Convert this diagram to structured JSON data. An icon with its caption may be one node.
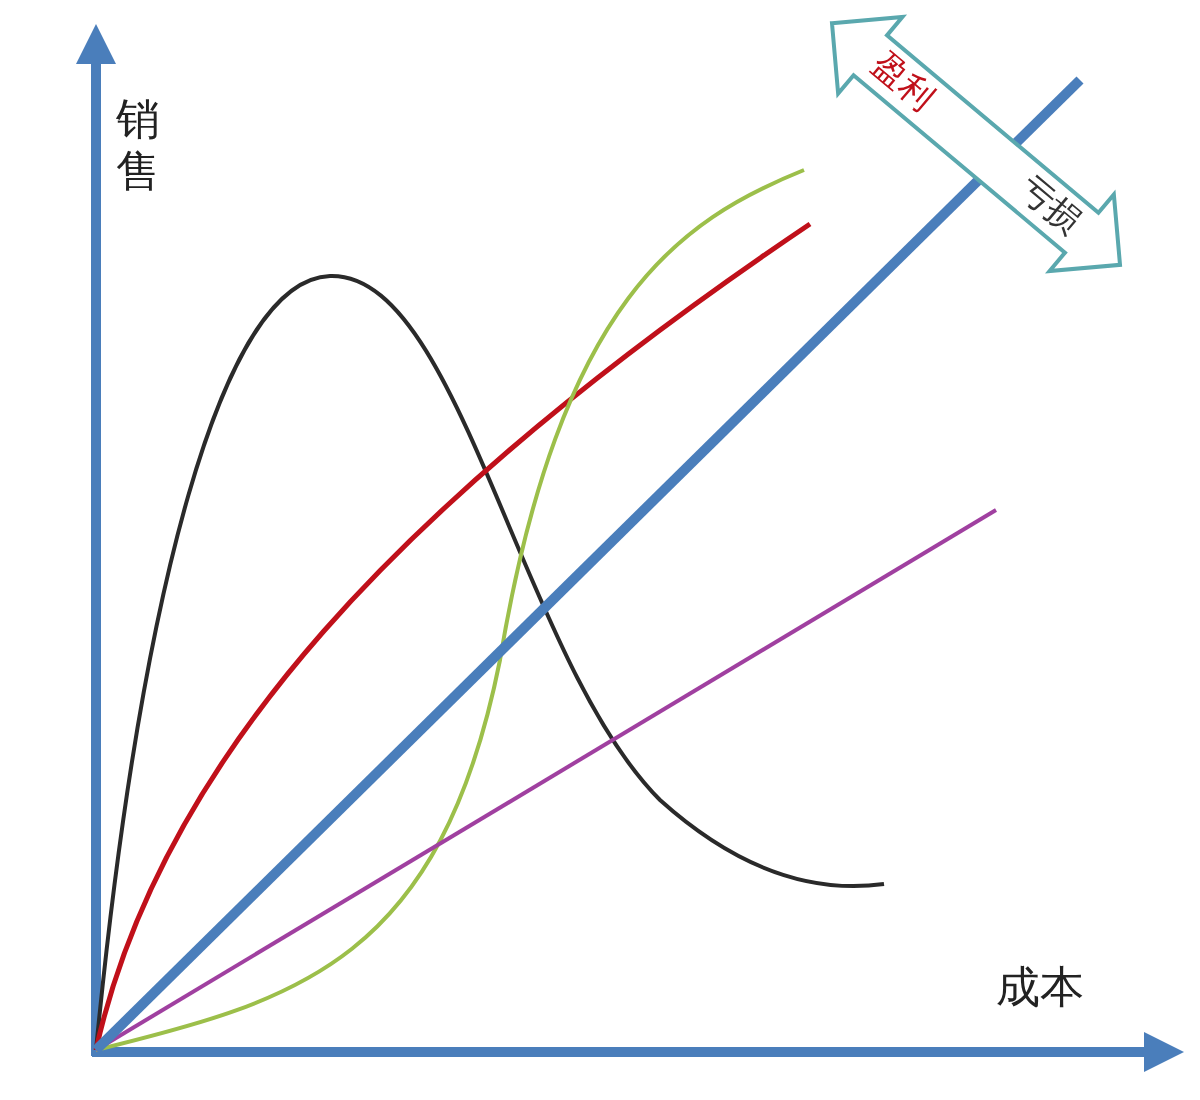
{
  "diagram": {
    "nodes": [
      {
        "text": [
          "盈利",
          "亏损"
        ]
      }
    ],
    "labels": [
      "销售",
      "成本"
    ]
  }
}
